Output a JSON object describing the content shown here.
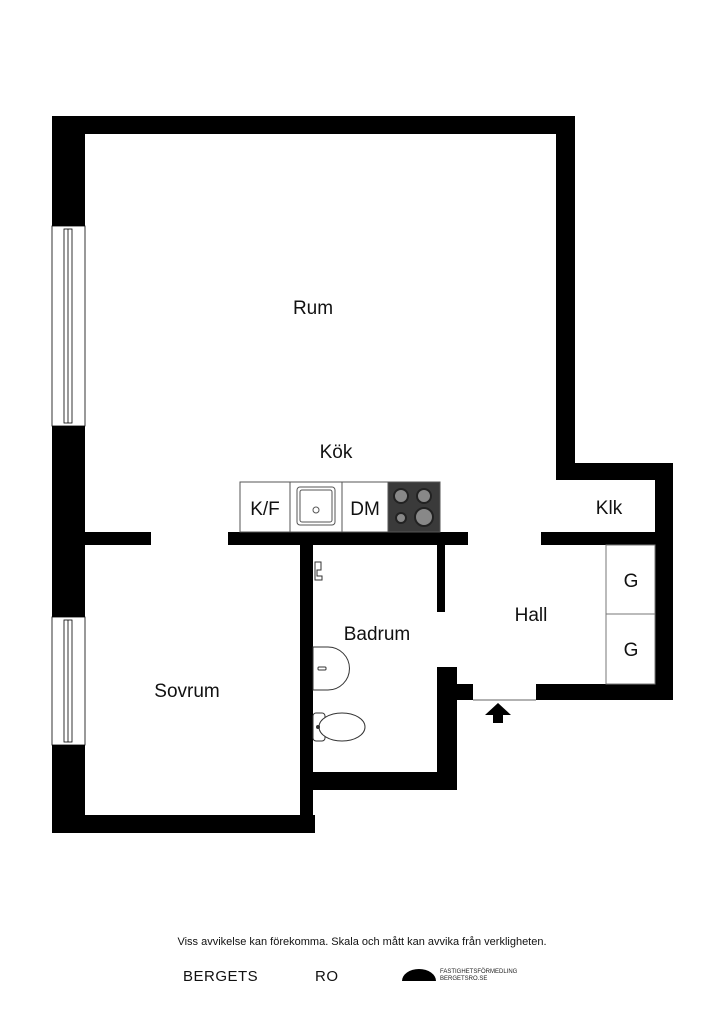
{
  "rooms": {
    "rum": "Rum",
    "kok": "Kök",
    "sovrum": "Sovrum",
    "badrum": "Badrum",
    "hall": "Hall",
    "klk": "Klk"
  },
  "fixtures": {
    "fridge_freezer": "K/F",
    "dishwasher": "DM",
    "wardrobe_1": "G",
    "wardrobe_2": "G"
  },
  "footer": {
    "disclaimer": "Viss avvikelse kan förekomma. Skala och mått kan avvika från verkligheten.",
    "logo_left": "BERGETS",
    "logo_mid": "RO",
    "logo_line1": "FASTIGHETSFÖRMEDLING",
    "logo_line2": "BERGETSRO.SE"
  },
  "colors": {
    "wall": "#000000",
    "stove": "#3a3a3a"
  }
}
